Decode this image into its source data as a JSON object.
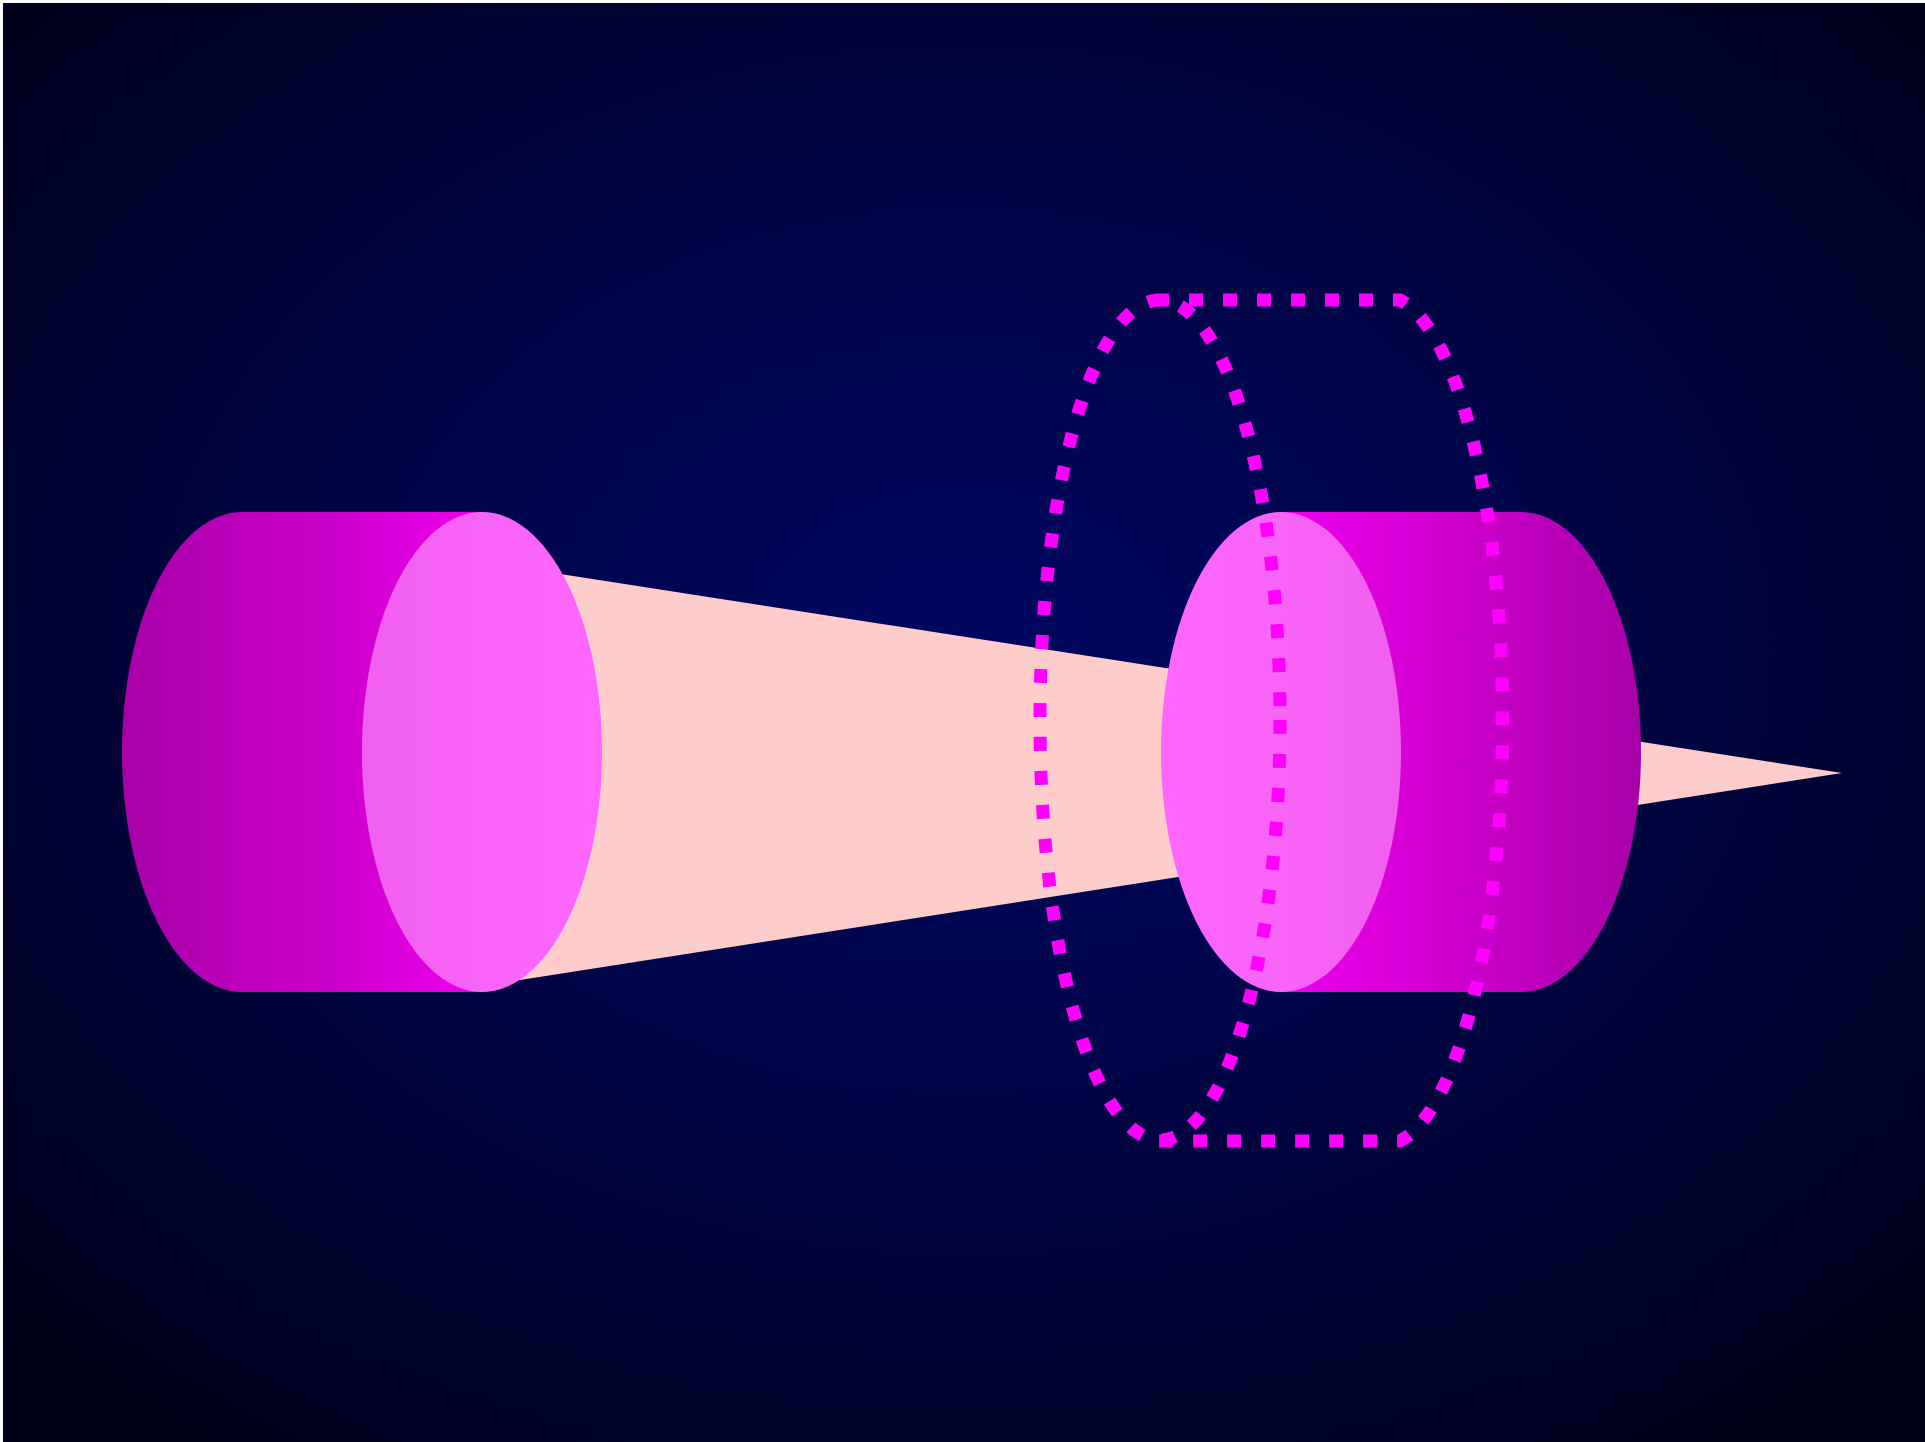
{
  "colors": {
    "background_center": "#000660",
    "background_edge": "#000018",
    "beam": "#ffcccc",
    "cylinder_body_light": "#ee00ee",
    "cylinder_body_dark": "#a800a8",
    "cylinder_face": "#ff66ff",
    "cylinder_face_shade": "#f060f0",
    "dotted_outline": "#ff00ff"
  },
  "icons": {
    "left_cylinder": "cylinder-shape",
    "right_cylinder": "cylinder-shape",
    "beam": "cone-beam-shape",
    "ghost_cylinder": "dotted-cylinder-outline"
  }
}
